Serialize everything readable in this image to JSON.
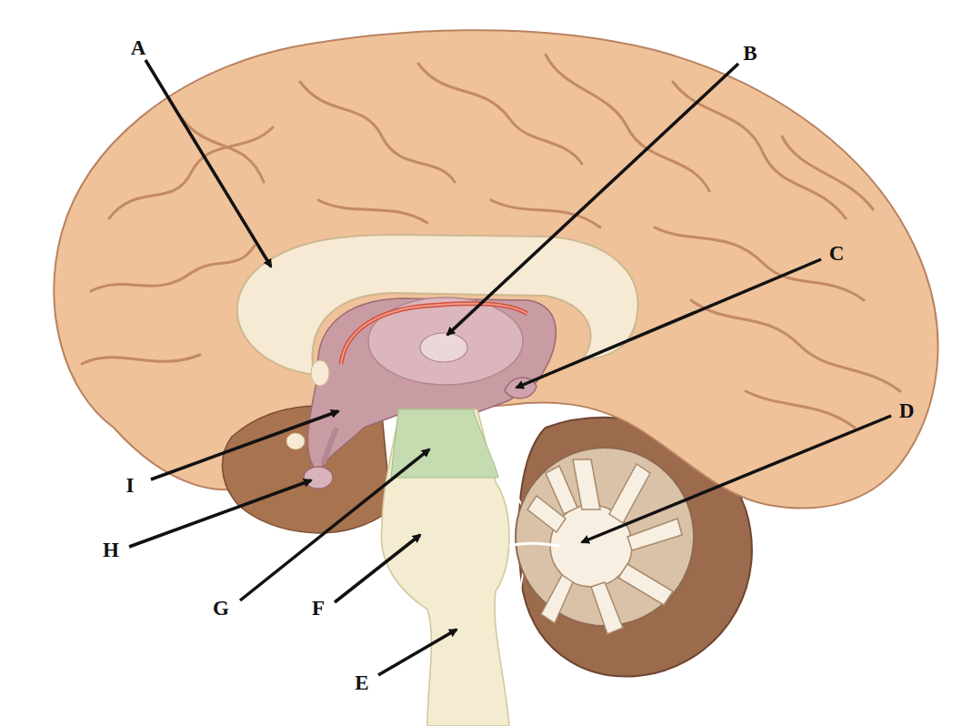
{
  "diagram": {
    "labels": [
      "A",
      "B",
      "C",
      "D",
      "I",
      "H",
      "G",
      "F",
      "E"
    ]
  }
}
